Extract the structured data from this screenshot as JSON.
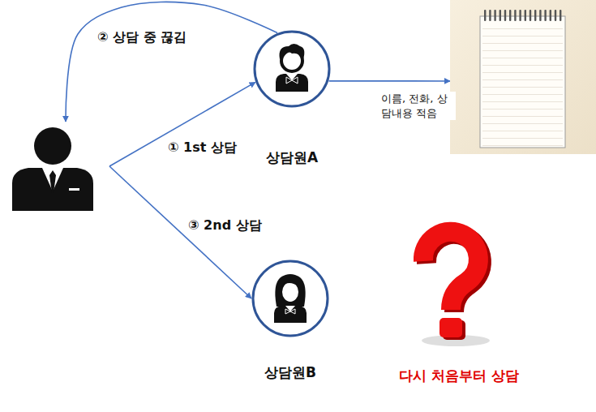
{
  "diagram": {
    "nodes": [
      {
        "text": []
      },
      {
        "text": [
          "상담원A"
        ]
      },
      {
        "text": []
      },
      {
        "text": [
          "상담원B"
        ]
      }
    ],
    "edges": [
      {
        "from": 0,
        "to": 1,
        "label": "① 1st 상담",
        "arrow": "to"
      },
      {
        "from": 1,
        "to": 0,
        "label": "② 상담 중 끊김",
        "arrow": "to"
      },
      {
        "from": 0,
        "to": 3,
        "label": "③ 2nd 상담",
        "arrow": "to"
      },
      {
        "from": 1,
        "to": 2,
        "label": "이름, 전화, 상담내용 적음",
        "arrow": "to"
      }
    ],
    "labels": [
      "다시 처음부터 상담"
    ]
  }
}
